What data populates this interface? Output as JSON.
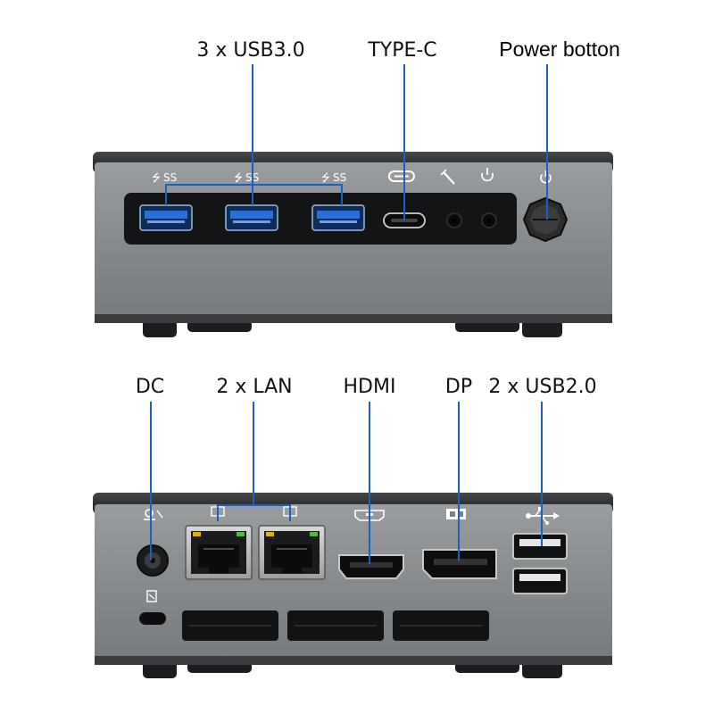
{
  "labels": {
    "usb3": "3 x USB3.0",
    "typec": "TYPE-C",
    "power": "Power botton",
    "dc": "DC",
    "lan": "2 x LAN",
    "hdmi": "HDMI",
    "dp": "DP",
    "usb2": "2 x USB2.0"
  },
  "icons": {
    "superspeed": "SS"
  },
  "colors": {
    "leader_line": "#1f5fbf",
    "case_body": "#8a8d8f",
    "case_top": "#2b2d30",
    "port_panel": "#131416",
    "usb3_tongue": "#2a6fd6",
    "background": "#ffffff"
  }
}
